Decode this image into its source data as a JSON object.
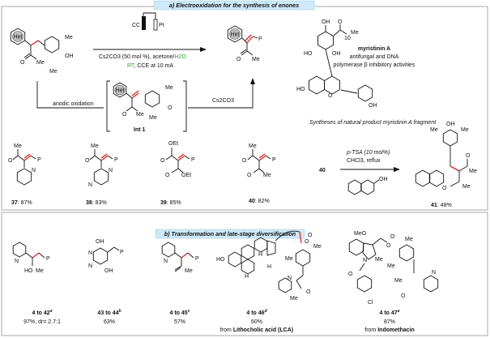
{
  "section_a": {
    "title": "a) Electrooxidation for the synthesis of enones",
    "electrode_anode": "CC",
    "electrode_cathode": "Pt",
    "conditions_line1": "Cs2CO3 (50 mol %), acetone/",
    "conditions_water": "H2O",
    "conditions_rt": "RT",
    "conditions_line2": ", CCE at 10 mA",
    "anodic_label": "anodic oxidation",
    "base_label": "Cs2CO3",
    "intermediate_label": "Int 1",
    "natural_product_name": "myristinin A",
    "natural_product_desc1": "antifungal and DNA",
    "natural_product_desc2": "polymerase β inhibitory activities",
    "natural_product_subscript": "10",
    "fragment_caption": "Syntheses of natural product myristinin A fragment",
    "products": [
      {
        "id": "37",
        "yield": ": 87%"
      },
      {
        "id": "38",
        "yield": ": 83%"
      },
      {
        "id": "39",
        "yield": ": 85%"
      },
      {
        "id": "40",
        "yield": ": 82%"
      }
    ],
    "reaction2_start": "40",
    "reaction2_cond1": "p-TSA (10 mol%)",
    "reaction2_cond2": "CHCl3, reflux",
    "reaction2_product": {
      "id": "41",
      "yield": ": 48%"
    }
  },
  "section_b": {
    "title": "b) Transformation and late-stage diversification",
    "items": [
      {
        "label": "4 to 42",
        "sup": "a",
        "yield": "97%, dr= 2.7:1",
        "source": ""
      },
      {
        "label": "43 to 44",
        "sup": "b",
        "yield": "63%",
        "source": ""
      },
      {
        "label": "4 to 45",
        "sup": "c",
        "yield": "57%",
        "source": ""
      },
      {
        "label": "4 to 46",
        "sup": "d",
        "yield": "60%",
        "source_prefix": "from ",
        "source": "Lithocholic acid (LCA)"
      },
      {
        "label": "4 to 47",
        "sup": "e",
        "yield": "87%",
        "source_prefix": "from ",
        "source": "Indomethacin"
      }
    ]
  },
  "atoms": {
    "Het": "Het",
    "Me": "Me",
    "OH": "OH",
    "HO": "HO",
    "O": "O",
    "P": "P",
    "N": "N",
    "OEt": "OEt",
    "H": "H",
    "MeO": "MeO",
    "Cl": "Cl"
  }
}
